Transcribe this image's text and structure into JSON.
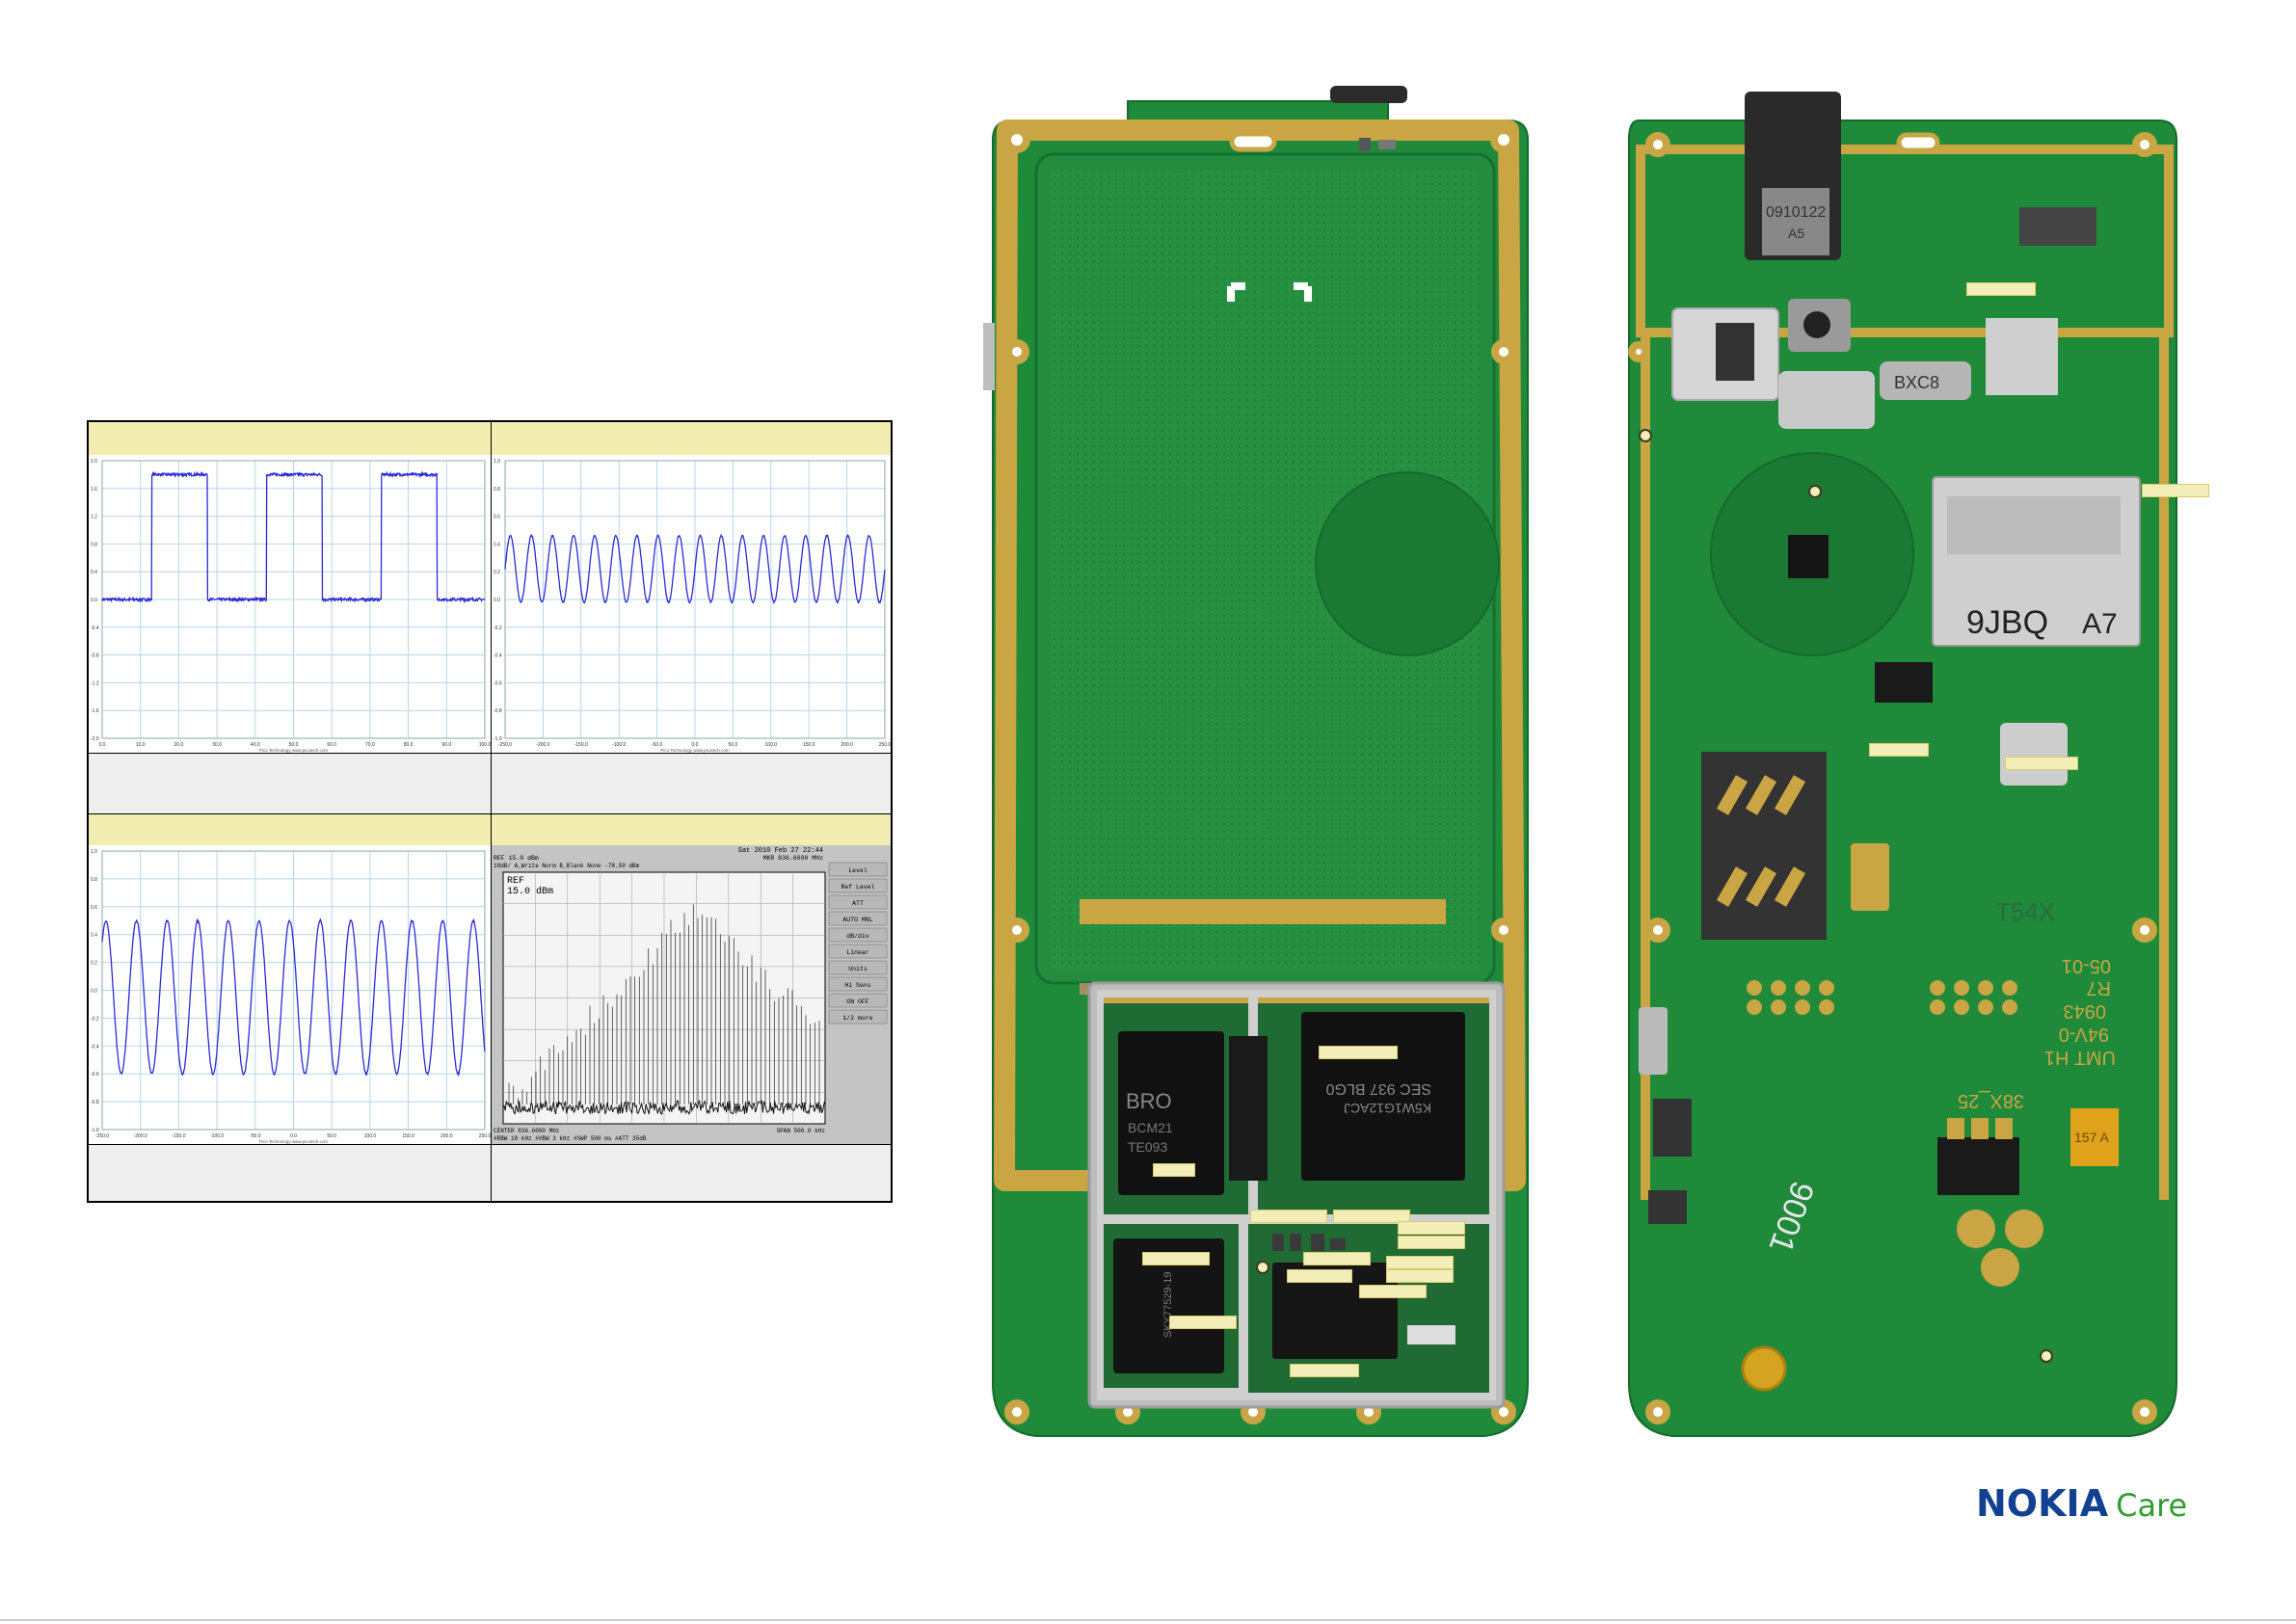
{
  "panels": [
    {
      "id": "square",
      "header": "",
      "footer": "",
      "yticks": [
        "2.0",
        "1.6",
        "1.2",
        "0.8",
        "0.4",
        "0.0",
        "-0.4",
        "-0.8",
        "-1.2",
        "-1.6",
        "-2.0"
      ],
      "xticks": [
        "0.0",
        "10.0",
        "20.0",
        "30.0",
        "40.0",
        "50.0",
        "60.0",
        "70.0",
        "80.0",
        "90.0",
        "100.0"
      ],
      "credit": "Pico Technology   www.picotech.com"
    },
    {
      "id": "sine1",
      "header": "",
      "footer": "",
      "yticks": [
        "1.0",
        "0.8",
        "0.6",
        "0.4",
        "0.2",
        "0.0",
        "-0.2",
        "-0.4",
        "-0.6",
        "-0.8",
        "-1.0"
      ],
      "xticks": [
        "-250.0",
        "-200.0",
        "-150.0",
        "-100.0",
        "-50.0",
        "0.0",
        "50.0",
        "100.0",
        "150.0",
        "200.0",
        "250.0"
      ],
      "credit": "Pico Technology   www.picotech.com"
    },
    {
      "id": "sine2",
      "header": "",
      "footer": "",
      "yticks": [
        "1.0",
        "0.8",
        "0.6",
        "0.4",
        "0.2",
        "0.0",
        "-0.2",
        "-0.4",
        "-0.6",
        "-0.8",
        "-1.0"
      ],
      "xticks": [
        "-250.0",
        "-200.0",
        "-150.0",
        "-100.0",
        "-50.0",
        "0.0",
        "50.0",
        "100.0",
        "150.0",
        "200.0",
        "250.0"
      ],
      "credit": "Pico Technology   www.picotech.com"
    },
    {
      "id": "spectrum",
      "header": "",
      "footer": ""
    }
  ],
  "spectrum": {
    "timestamp": "Sat 2010 Feb 27 22:44",
    "line1_left": "REF 15.0 dBm",
    "line1_right": "MKR 836.6000 MHz",
    "line2": "10dB/      A_Write  Norm  B_Blank  None       -78.50 dBm",
    "ref_label": "REF",
    "ref_value": "15.0 dBm",
    "bottom1_left": "CENTER 836.6000 MHz",
    "bottom1_right": "SPAN 500.0 kHz",
    "bottom2": "#RBW 10 kHz    #VBW 3 kHz     #SWP 500 ms    #ATT 35dB",
    "menu": [
      "Level",
      "Ref Level",
      "ATT",
      "AUTO MNL",
      "dB/div",
      "Linear",
      "Units",
      "Hi Sens",
      "ON OFF",
      "1/2 more"
    ]
  },
  "board_left": {
    "chip_a": "BRO",
    "chip_a2": "BCM21",
    "chip_a3": "TE093",
    "chip_b": "SEC 937 BLG0",
    "chip_b2": "K5W1G12ACJ",
    "chip_c": "SKY77529-19"
  },
  "board_right": {
    "camera_code": "0910122",
    "camera_sub": "A5",
    "vib_label": "BXC8",
    "simtray": "9JBQ",
    "simtray2": "A7",
    "board_code": "T54X",
    "rev1": "05-01",
    "rev2": "R7",
    "rev3": "0943",
    "rev4": "94V-0",
    "rev5": "UMT H1",
    "ic_mark": "38X_25",
    "cap_mark": "157 A",
    "silk": "9001"
  },
  "logo": {
    "brand": "NOKIA",
    "suffix": "Care"
  },
  "colors": {
    "trace": "#2b2bd6",
    "grid": "#b8d6e8",
    "pcb": "#1f8a3a",
    "gold": "#c9a544",
    "shield": "#c8c8c8",
    "callout": "#f3eeb8"
  }
}
